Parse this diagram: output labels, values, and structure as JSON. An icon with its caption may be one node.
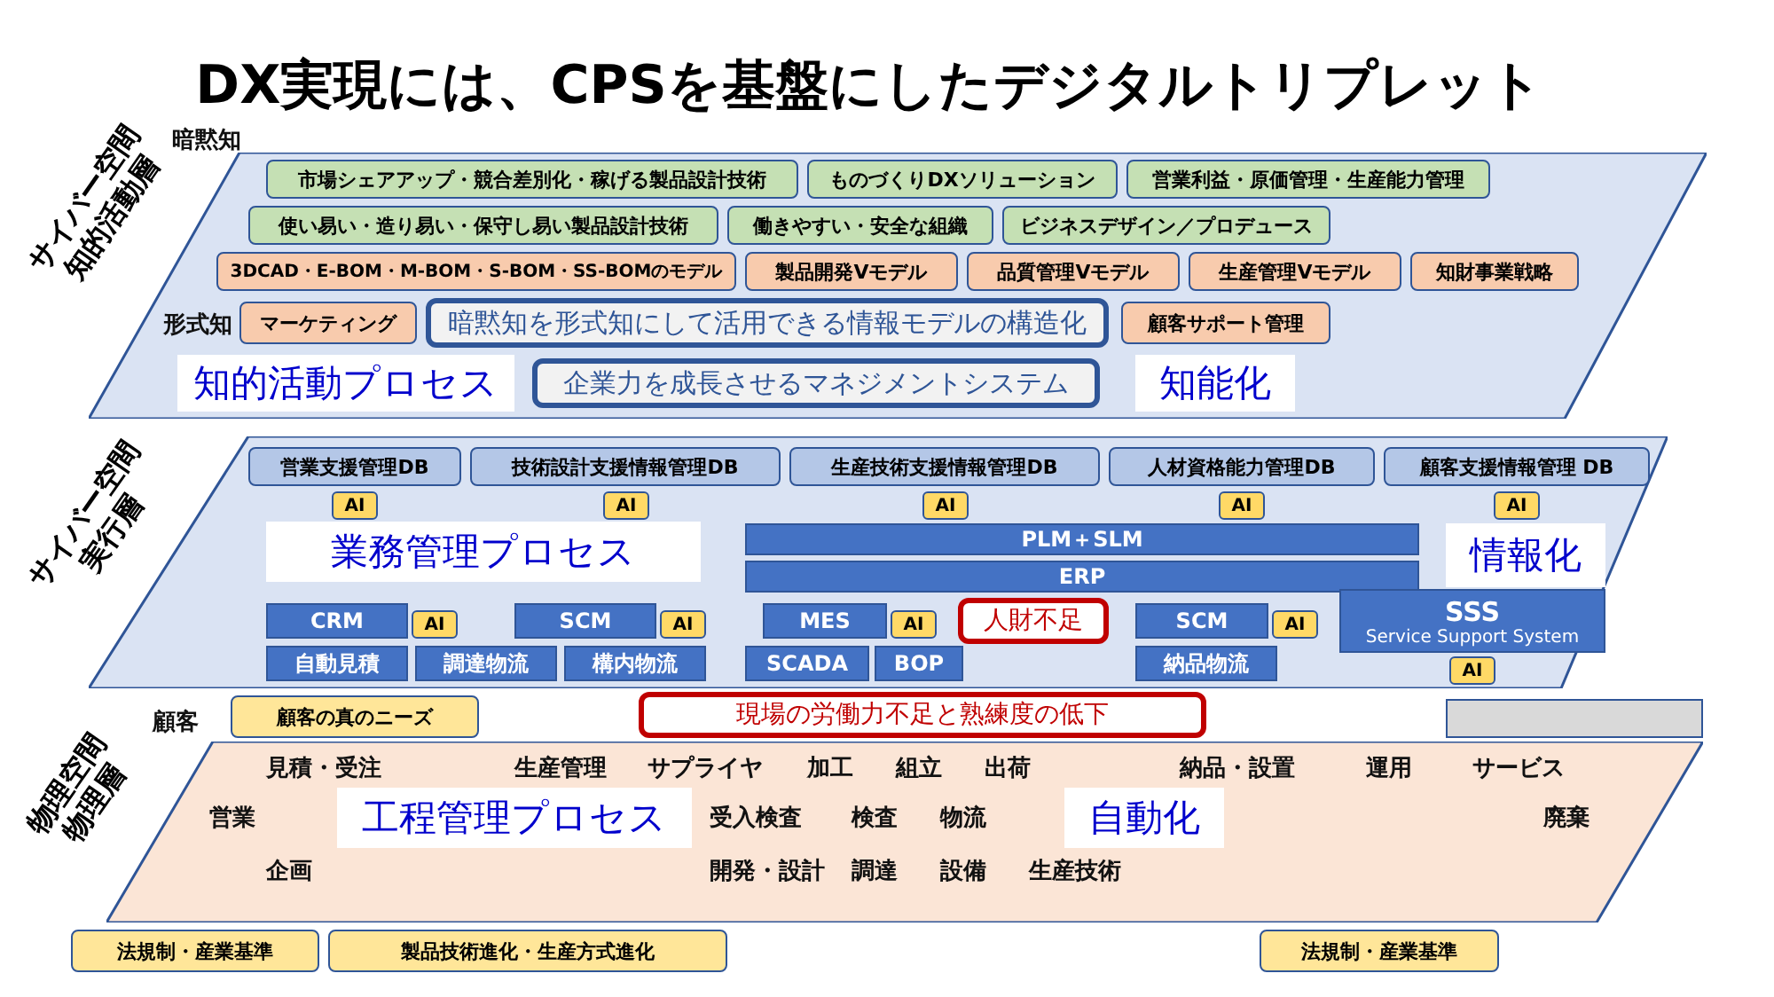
{
  "diagram": {
    "title": "DX実現には、CPSを基盤にしたデジタルトリプレット",
    "nodes": [
      {
        "text": [
          "サイバー空間知的活動層"
        ]
      },
      {
        "text": [
          "知的活動プロセス"
        ],
        "in": 0
      },
      {
        "text": [
          "知能化"
        ],
        "in": 0
      },
      {
        "text": [
          "企業力を成長させるマネジメントシステム"
        ],
        "in": 0
      },
      {
        "text": [
          "市場シェアアップ・競合差別化・稼げる製品設計技術"
        ],
        "in": 0
      },
      {
        "text": [
          "ものづくりDXソリューション"
        ],
        "in": 0
      },
      {
        "text": [
          "営業利益・原価管理・生産能力管理"
        ],
        "in": 0
      },
      {
        "text": [
          "使い易い・造り易い・保守し易い製品設計技術"
        ],
        "in": 0
      },
      {
        "text": [
          "働きやすい・安全な組織"
        ],
        "in": 0
      },
      {
        "text": [
          "ビジネスデザイン／プロデュース"
        ],
        "in": 0
      },
      {
        "text": [
          "3DCAD・E-BOM・M-BOM・S-BOM・SS-BOMのモデル"
        ],
        "in": 0
      },
      {
        "text": [
          "製品開発Vモデル"
        ],
        "in": 0
      },
      {
        "text": [
          "品質管理Vモデル"
        ],
        "in": 0
      },
      {
        "text": [
          "生産管理Vモデル"
        ],
        "in": 0
      },
      {
        "text": [
          "知財事業戦略"
        ],
        "in": 0
      },
      {
        "text": [
          "マーケティング"
        ],
        "in": 0
      },
      {
        "text": [
          "暗黙知を形式知にして活用できる情報モデルの構造化"
        ],
        "in": 0
      },
      {
        "text": [
          "顧客サポート管理"
        ],
        "in": 0
      },
      {
        "text": [
          "サイバー空間実行層"
        ]
      },
      {
        "text": [
          "業務管理プロセス"
        ],
        "in": 18
      },
      {
        "text": [
          "情報化"
        ],
        "in": 18
      },
      {
        "text": [
          "人財不足"
        ],
        "in": 18
      },
      {
        "text": [
          "営業支援管理DB"
        ],
        "in": 18
      },
      {
        "text": [
          "技術設計支援情報管理DB"
        ],
        "in": 18
      },
      {
        "text": [
          "生産技術支援情報管理DB"
        ],
        "in": 18
      },
      {
        "text": [
          "人材資格能力管理DB"
        ],
        "in": 18
      },
      {
        "text": [
          "顧客支援情報管理 DB"
        ],
        "in": 18
      },
      {
        "text": [
          "AI"
        ],
        "in": 18
      },
      {
        "text": [
          "AI"
        ],
        "in": 18
      },
      {
        "text": [
          "AI"
        ],
        "in": 18
      },
      {
        "text": [
          "AI"
        ],
        "in": 18
      },
      {
        "text": [
          "AI"
        ],
        "in": 18
      },
      {
        "text": [
          "PLM＋SLM"
        ],
        "in": 18
      },
      {
        "text": [
          "ERP"
        ],
        "in": 18
      },
      {
        "text": [
          "CRM"
        ],
        "in": 18
      },
      {
        "text": [
          "AI"
        ],
        "in": 18
      },
      {
        "text": [
          "SCM"
        ],
        "in": 18
      },
      {
        "text": [
          "AI"
        ],
        "in": 18
      },
      {
        "text": [
          "MES"
        ],
        "in": 18
      },
      {
        "text": [
          "AI"
        ],
        "in": 18
      },
      {
        "text": [
          "SCM"
        ],
        "in": 18
      },
      {
        "text": [
          "AI"
        ],
        "in": 18
      },
      {
        "text": [
          "SSS",
          "Service Support System"
        ],
        "in": 18
      },
      {
        "text": [
          "AI"
        ],
        "in": 18
      },
      {
        "text": [
          "自動見積"
        ],
        "in": 18
      },
      {
        "text": [
          "調達物流"
        ],
        "in": 18
      },
      {
        "text": [
          "構内物流"
        ],
        "in": 18
      },
      {
        "text": [
          "SCADA"
        ],
        "in": 18
      },
      {
        "text": [
          "BOP"
        ],
        "in": 18
      },
      {
        "text": [
          "納品物流"
        ],
        "in": 18
      },
      {
        "text": [
          "顧客の真のニーズ"
        ]
      },
      {
        "text": [
          "現場の労働力不足と熟練度の低下"
        ]
      },
      {
        "text": [],
        "shape": "box"
      },
      {
        "text": [
          "物理空間物理層"
        ]
      },
      {
        "text": [
          "工程管理プロセス"
        ],
        "in": 53
      },
      {
        "text": [
          "自動化"
        ],
        "in": 53
      },
      {
        "text": [
          "法規制・産業基準"
        ]
      },
      {
        "text": [
          "製品技術進化・生産方式進化"
        ]
      },
      {
        "text": [
          "法規制・産業基準"
        ]
      }
    ],
    "labels": [
      "暗黙知",
      "形式知",
      "顧客",
      "見積・受注",
      "生産管理",
      "サプライヤ",
      "加工",
      "組立",
      "出荷",
      "納品・設置",
      "運用",
      "サービス",
      "営業",
      "受入検査",
      "検査",
      "物流",
      "廃棄",
      "企画",
      "開発・設計",
      "調達",
      "設備",
      "生産技術"
    ]
  }
}
